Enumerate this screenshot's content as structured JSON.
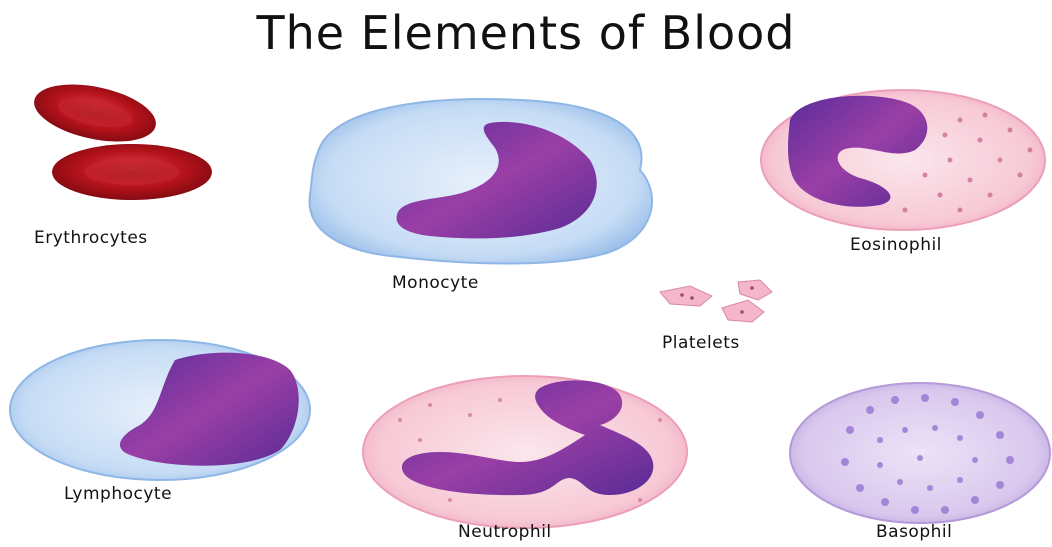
{
  "title": "The Elements of Blood",
  "cells": {
    "erythrocytes": "Erythrocytes",
    "monocyte": "Monocyte",
    "eosinophil": "Eosinophil",
    "platelets": "Platelets",
    "lymphocyte": "Lymphocyte",
    "neutrophil": "Neutrophil",
    "basophil": "Basophil"
  },
  "colors": {
    "erythrocyte": "#b5121b",
    "nucleus": "#7b3fa8",
    "monocyte_cytoplasm": "#c6dcf5",
    "granulocyte_cytoplasm": "#f7c9d6",
    "basophil_cytoplasm": "#d9c8ee"
  }
}
